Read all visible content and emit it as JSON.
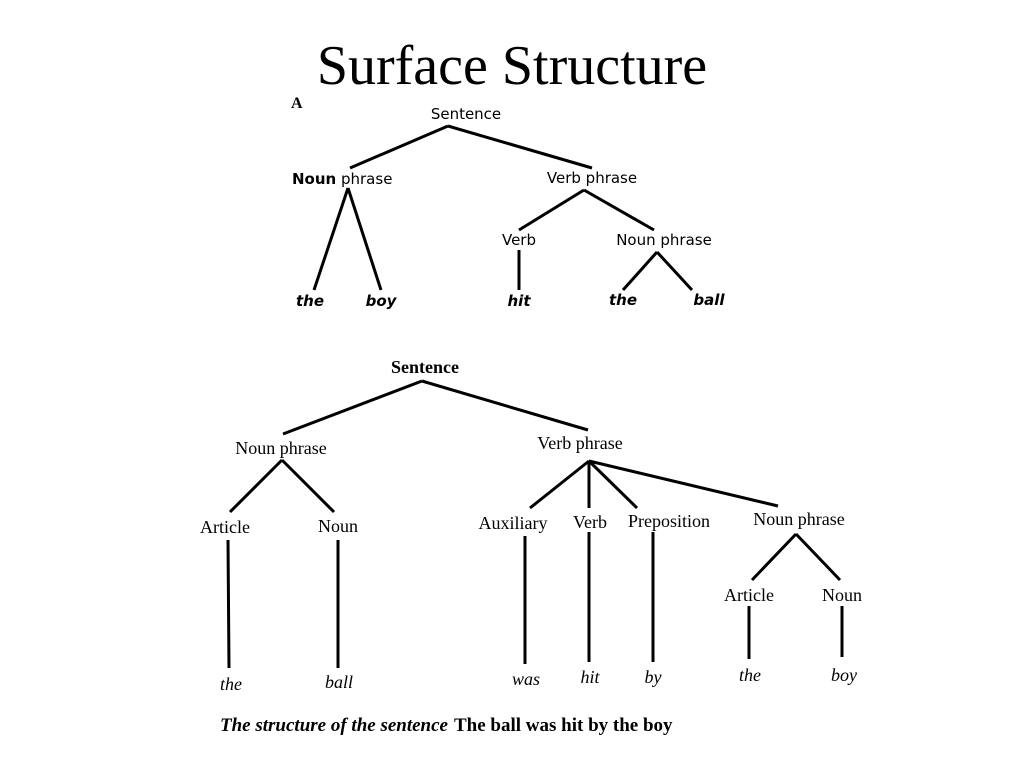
{
  "title": "Surface Structure",
  "tree_a": {
    "letter": "A",
    "nodes": [
      {
        "label": "Sentence"
      },
      {
        "label_bold": "Noun",
        "label_rest": " phrase"
      },
      {
        "label": "Verb phrase"
      },
      {
        "label": "the"
      },
      {
        "label": "boy"
      },
      {
        "label": "Verb"
      },
      {
        "label": "Noun phrase"
      },
      {
        "label": "hit"
      },
      {
        "label": "the"
      },
      {
        "label": "ball"
      }
    ]
  },
  "tree_b": {
    "nodes": [
      {
        "label": "Sentence"
      },
      {
        "label": "Noun phrase"
      },
      {
        "label": "Verb phrase"
      },
      {
        "label": "Article"
      },
      {
        "label": "Noun"
      },
      {
        "label": "the"
      },
      {
        "label": "ball"
      },
      {
        "label": "Auxiliary"
      },
      {
        "label": "Verb"
      },
      {
        "label": "Preposition"
      },
      {
        "label": "Noun phrase"
      },
      {
        "label": "was"
      },
      {
        "label": "hit"
      },
      {
        "label": "by"
      },
      {
        "label": "Article"
      },
      {
        "label": "Noun"
      },
      {
        "label": "the"
      },
      {
        "label": "boy"
      }
    ]
  },
  "caption": {
    "italic_part": "The structure of the sentence",
    "plain_part": "The ball was hit by the boy"
  }
}
